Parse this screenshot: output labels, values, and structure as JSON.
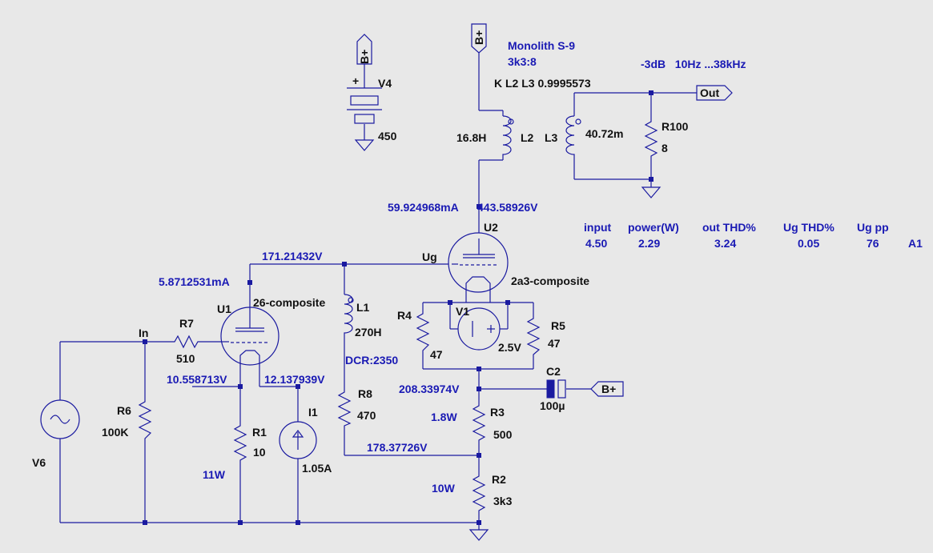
{
  "colors": {
    "background": "#e8e8e8",
    "wire": "#1a1aa0",
    "annotation": "#1a1ab4",
    "label": "#111111"
  },
  "title": "Monolith S-9",
  "subtitle": "3k3:8",
  "coupling": "K L2 L3 0.9995573",
  "bandwidth": "-3dB   10Hz ...38kHz",
  "components": {
    "v4": {
      "name": "V4",
      "value": "450"
    },
    "l2": {
      "name": "L2",
      "value": "16.8H"
    },
    "l3": {
      "name": "L3",
      "value": "40.72m"
    },
    "r100": {
      "name": "R100",
      "value": "8"
    },
    "u2": {
      "name": "U2",
      "model": "2a3-composite"
    },
    "u1": {
      "name": "U1",
      "model": "26-composite"
    },
    "l1": {
      "name": "L1",
      "value": "270H"
    },
    "r4": {
      "name": "R4",
      "value": "47"
    },
    "r5": {
      "name": "R5",
      "value": "47"
    },
    "v1": {
      "name": "V1",
      "value": "2.5V"
    },
    "r7": {
      "name": "R7",
      "value": "510"
    },
    "r6": {
      "name": "R6",
      "value": "100K"
    },
    "r8": {
      "name": "R8",
      "value": "470"
    },
    "r1": {
      "name": "R1",
      "value": "10"
    },
    "i1": {
      "name": "I1",
      "value": "1.05A"
    },
    "r3": {
      "name": "R3",
      "value": "500"
    },
    "r2": {
      "name": "R2",
      "value": "3k3"
    },
    "c2": {
      "name": "C2",
      "value": "100µ"
    },
    "v6": {
      "name": "V6"
    }
  },
  "ports": {
    "bplus": "B+",
    "out": "Out"
  },
  "nets": {
    "in": "In",
    "ug": "Ug"
  },
  "annotations": {
    "plate_current": "59.924968mA",
    "plate_voltage": "443.58926V",
    "u1_plate_voltage": "171.21432V",
    "u1_current": "5.8712531mA",
    "dcr": "DCR:2350",
    "cathode_v": "208.33974V",
    "u1_cathode_v": "10.558713V",
    "i1_v": "12.137939V",
    "r3_power": "1.8W",
    "r8_bottom_v": "178.37726V",
    "r1_power": "11W",
    "r2_power": "10W"
  },
  "measurements": {
    "headers": [
      "input",
      "power(W)",
      "out THD%",
      "Ug THD%",
      "Ug pp"
    ],
    "values": [
      "4.50",
      "2.29",
      "3.24",
      "0.05",
      "76"
    ],
    "cell_ref": "A1"
  }
}
